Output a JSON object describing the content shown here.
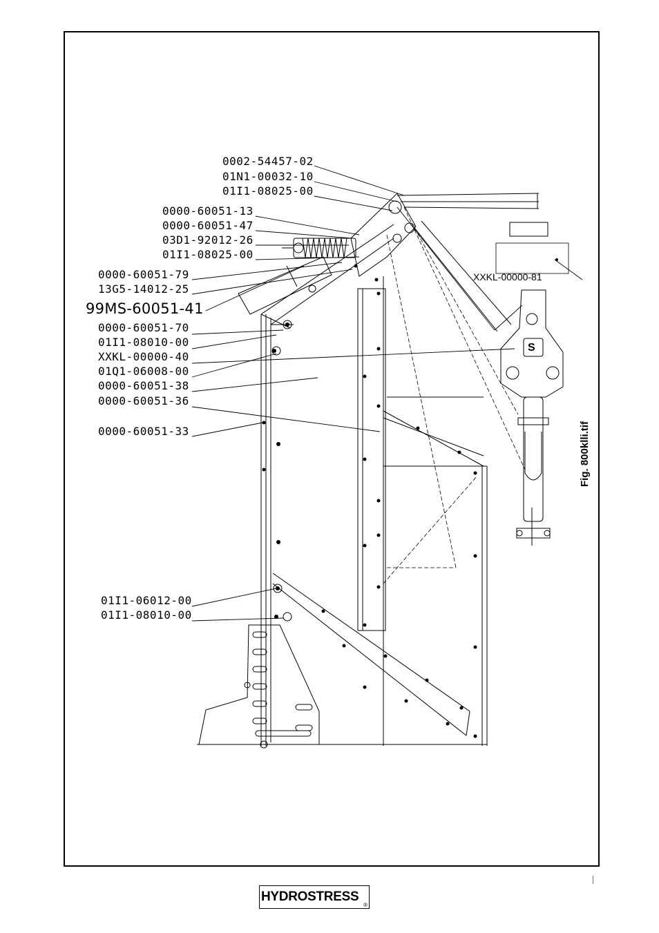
{
  "labels": {
    "p1": "0002-54457-02",
    "p2": "01N1-00032-10",
    "p3": "01I1-08025-00",
    "p4": "0000-60051-13",
    "p5": "0000-60051-47",
    "p6": "03D1-92012-26",
    "p7": "01I1-08025-00",
    "p8": "0000-60051-79",
    "p9": "13G5-14012-25",
    "p10": "99MS-60051-41",
    "p11": "0000-60051-70",
    "p12": "01I1-08010-00",
    "p13": "XXKL-00000-40",
    "p14": "01Q1-06008-00",
    "p15": "0000-60051-38",
    "p16": "0000-60051-36",
    "p17": "0000-60051-33",
    "p18": "01I1-06012-00",
    "p19": "01I1-08010-00",
    "p20": "XXKL-00000-81"
  },
  "figure_caption": "Fig. 800klli.tif",
  "logo": {
    "text": "HYDROSTRESS",
    "mark": "®"
  }
}
